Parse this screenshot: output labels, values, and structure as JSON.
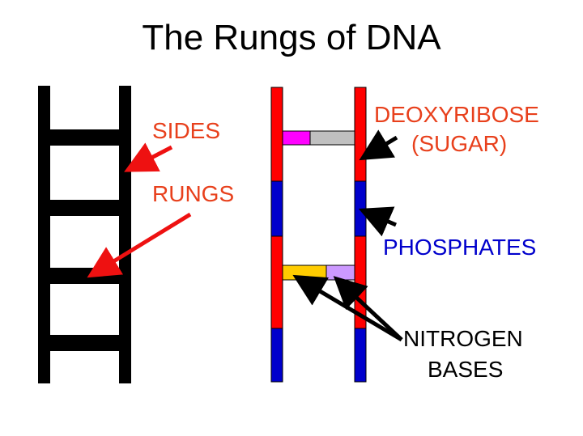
{
  "title": "The Rungs of DNA",
  "labels": {
    "sides": "SIDES",
    "rungs": "RUNGS",
    "deoxyribose_line1": "DEOXYRIBOSE",
    "deoxyribose_line2": "(SUGAR)",
    "phosphates": "PHOSPHATES",
    "nitrogen_line1": "NITROGEN",
    "nitrogen_line2": "BASES"
  },
  "colors": {
    "ladder": "#000000",
    "sugar": "#ff0000",
    "phosphate": "#0000cc",
    "label_red": "#e8401c",
    "label_blue": "#0000cc",
    "label_black": "#000000",
    "arrow_red": "#ee1111",
    "arrow_black": "#000000",
    "base_magenta": "#ff00ff",
    "base_gray": "#c0c0c0",
    "base_yellow": "#ffcc00",
    "base_lavender": "#cc99ff"
  }
}
